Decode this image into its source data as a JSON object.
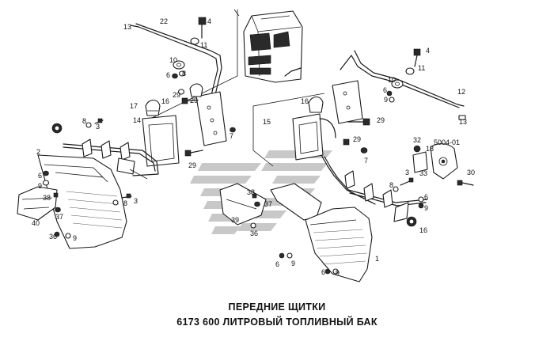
{
  "diagram": {
    "part_code": "5004-01",
    "caption_line1": "ПЕРЕДНИЕ ЩИТКИ",
    "caption_line2": "6173  600 ЛИТРОВЫЙ ТОПЛИВНЫЙ БАК",
    "watermark_color": "#c8c8c8",
    "callouts": [
      {
        "id": "c22",
        "text": "22"
      },
      {
        "id": "c13a",
        "text": "13"
      },
      {
        "id": "c4a",
        "text": "4"
      },
      {
        "id": "c11a",
        "text": "11"
      },
      {
        "id": "c10a",
        "text": "10"
      },
      {
        "id": "c8a",
        "text": "8"
      },
      {
        "id": "c6a",
        "text": "6"
      },
      {
        "id": "c29a",
        "text": "29"
      },
      {
        "id": "c17",
        "text": "17"
      },
      {
        "id": "c16a",
        "text": "16"
      },
      {
        "id": "c29b",
        "text": "29"
      },
      {
        "id": "c14",
        "text": "14"
      },
      {
        "id": "c8b",
        "text": "8"
      },
      {
        "id": "c3a",
        "text": "3"
      },
      {
        "id": "c7a",
        "text": "7"
      },
      {
        "id": "c2",
        "text": "2"
      },
      {
        "id": "c29c",
        "text": "29"
      },
      {
        "id": "c6b",
        "text": "6"
      },
      {
        "id": "c9a",
        "text": "9"
      },
      {
        "id": "c8c",
        "text": "8"
      },
      {
        "id": "c3b",
        "text": "3"
      },
      {
        "id": "c38a",
        "text": "38"
      },
      {
        "id": "c37a",
        "text": "37"
      },
      {
        "id": "c40",
        "text": "40"
      },
      {
        "id": "c36a",
        "text": "36"
      },
      {
        "id": "c9b",
        "text": "9"
      },
      {
        "id": "c4b",
        "text": "4"
      },
      {
        "id": "c11b",
        "text": "11"
      },
      {
        "id": "c10b",
        "text": "10"
      },
      {
        "id": "c12",
        "text": "12"
      },
      {
        "id": "c6c",
        "text": "6"
      },
      {
        "id": "c9c",
        "text": "9"
      },
      {
        "id": "c13b",
        "text": "13"
      },
      {
        "id": "c16b",
        "text": "16"
      },
      {
        "id": "c15",
        "text": "15"
      },
      {
        "id": "c29d",
        "text": "29"
      },
      {
        "id": "c29e",
        "text": "29"
      },
      {
        "id": "c7b",
        "text": "7"
      },
      {
        "id": "c32",
        "text": "32"
      },
      {
        "id": "c18",
        "text": "18"
      },
      {
        "id": "c33",
        "text": "33"
      },
      {
        "id": "c30",
        "text": "30"
      },
      {
        "id": "c3c",
        "text": "3"
      },
      {
        "id": "c8d",
        "text": "8"
      },
      {
        "id": "c6d",
        "text": "6"
      },
      {
        "id": "c9d",
        "text": "9"
      },
      {
        "id": "c16c",
        "text": "16"
      },
      {
        "id": "c38b",
        "text": "38"
      },
      {
        "id": "c37b",
        "text": "37"
      },
      {
        "id": "c39",
        "text": "39"
      },
      {
        "id": "c36b",
        "text": "36"
      },
      {
        "id": "c1",
        "text": "1"
      },
      {
        "id": "c6e",
        "text": "6"
      },
      {
        "id": "c9e",
        "text": "9"
      },
      {
        "id": "c6f",
        "text": "6"
      },
      {
        "id": "c9f",
        "text": "9"
      }
    ]
  }
}
